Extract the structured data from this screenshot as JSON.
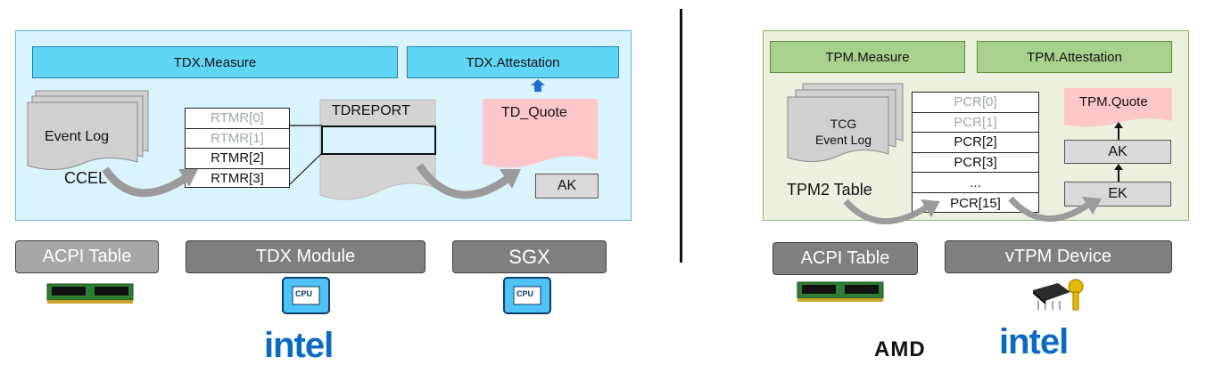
{
  "left": {
    "measure_label": "TDX.Measure",
    "attestation_label": "TDX.Attestation",
    "event_log_label": "Event Log",
    "ccel_label": "CCEL",
    "rtmr": [
      "RTMR[0]",
      "RTMR[1]",
      "RTMR[2]",
      "RTMR[3]"
    ],
    "tdreport_label": "TDREPORT",
    "td_quote_label": "TD_Quote",
    "ak_label": "AK",
    "components": [
      "ACPI Table",
      "TDX Module",
      "SGX"
    ],
    "cpu_label": "CPU",
    "vendor": "intel"
  },
  "right": {
    "measure_label": "TPM.Measure",
    "attestation_label": "TPM.Attestation",
    "event_log_line1": "TCG",
    "event_log_line2": "Event Log",
    "tpm2_table_label": "TPM2 Table",
    "pcr": [
      "PCR[0]",
      "PCR[1]",
      "PCR[2]",
      "PCR[3]",
      "...",
      "PCR[15]"
    ],
    "quote_label": "TPM.Quote",
    "ak_label": "AK",
    "ek_label": "EK",
    "components": [
      "ACPI Table",
      "vTPM Device"
    ],
    "vendor_amd": "AMD",
    "vendor_intel": "intel"
  },
  "colors": {
    "tdx_panel": "#daf4fd",
    "tpm_panel": "#ebf1de",
    "blue_bar": "#5fd6f7",
    "green_bar": "#a9d18e",
    "quote_pink": "#ffc7c9",
    "intel_blue": "#0a6bc4"
  }
}
